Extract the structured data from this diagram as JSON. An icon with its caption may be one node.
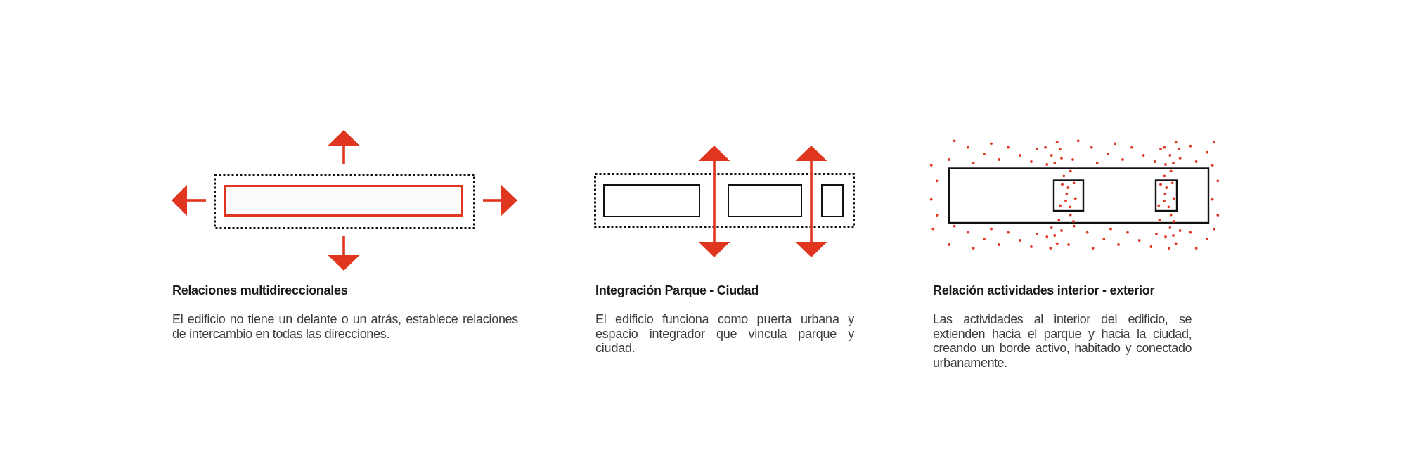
{
  "diagram": {
    "labels": [
      "Relaciones multidireccionales",
      "El edificio no tiene un delante o un atrás, establece relaciones de intercambio en todas las direcciones.",
      "Integración Parque - Ciudad",
      "El edificio funciona como puerta urbana y espacio integrador que vincula parque y ciudad.",
      "Relación actividades interior - exterior",
      "Las actividades al interior del edificio, se extienden hacia el parque y hacia la ciudad, creando un borde activo, habitado y conectado urbanamente."
    ]
  }
}
